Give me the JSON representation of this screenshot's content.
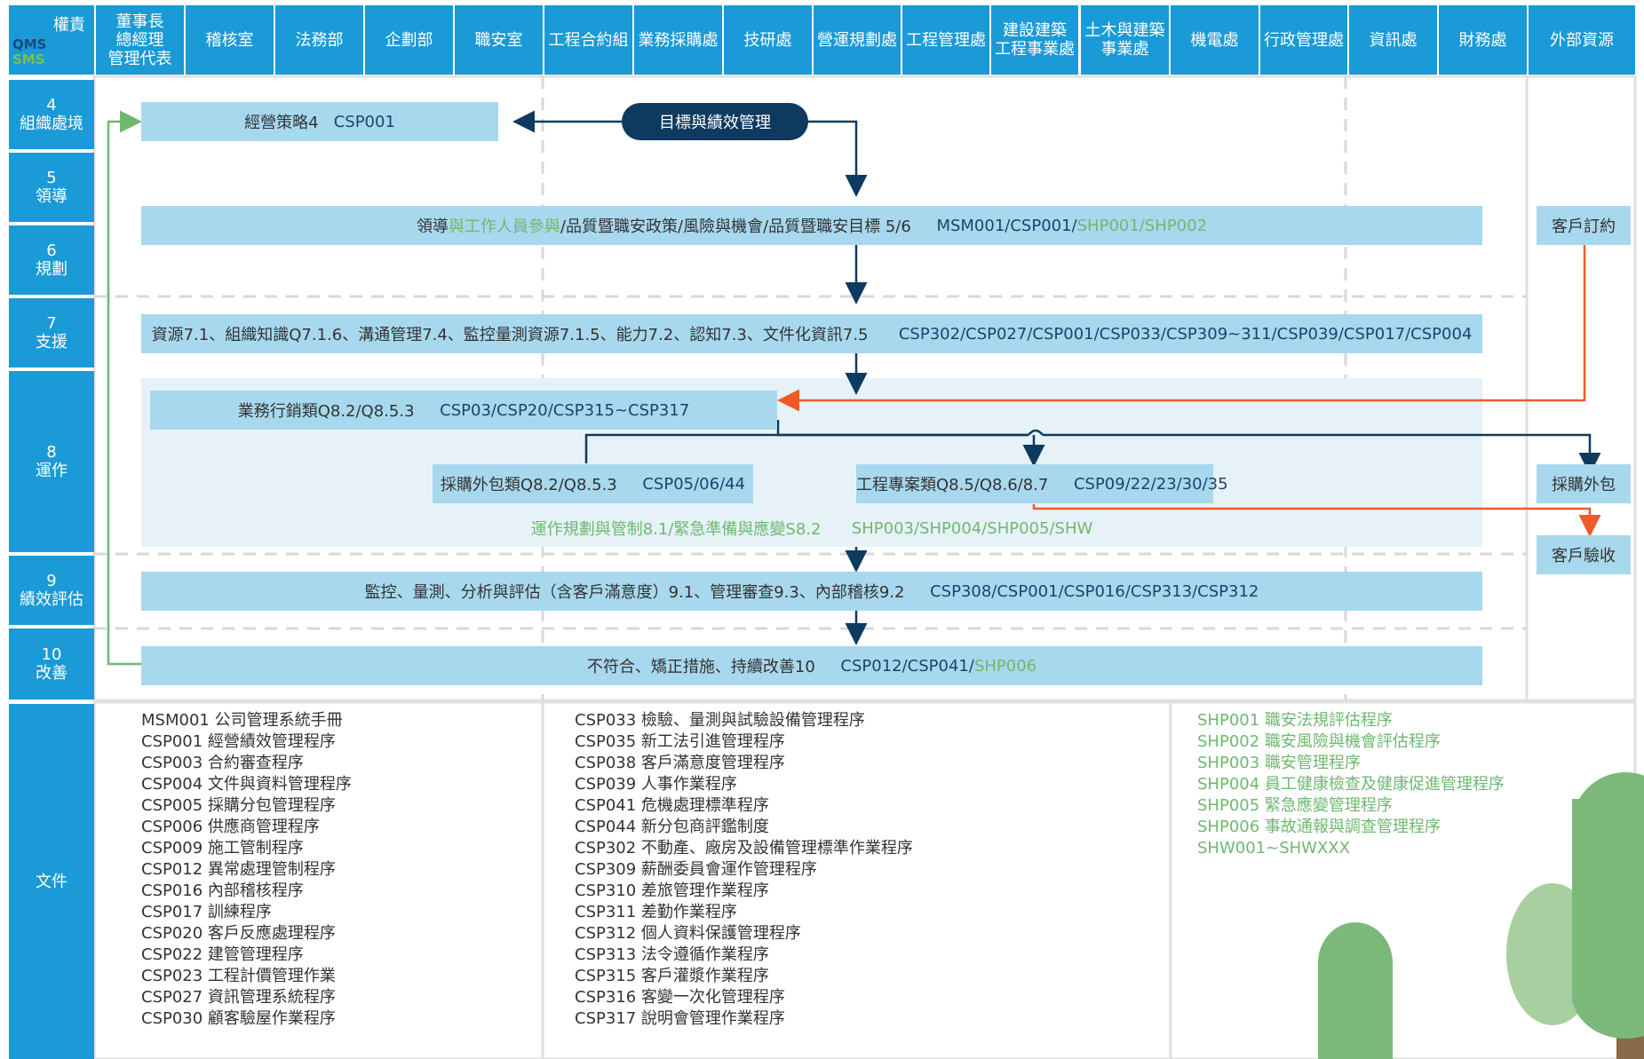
{
  "corner": {
    "qe": "權責",
    "qms": "QMS",
    "sms": "SMS"
  },
  "departments": [
    "董事長\n總經理\n管理代表",
    "稽核室",
    "法務部",
    "企劃部",
    "職安室",
    "工程合約組",
    "業務採購處",
    "技研處",
    "營運規劃處",
    "工程管理處",
    "建設建築\n工程事業處",
    "土木與建築\n事業處",
    "機電處",
    "行政管理處",
    "資訊處",
    "財務處",
    "外部資源"
  ],
  "rows": [
    {
      "num": "4",
      "label": "組織處境"
    },
    {
      "num": "5",
      "label": "領導"
    },
    {
      "num": "6",
      "label": "規劃"
    },
    {
      "num": "7",
      "label": "支援"
    },
    {
      "num": "8",
      "label": "運作"
    },
    {
      "num": "9",
      "label": "績效評估"
    },
    {
      "num": "10",
      "label": "改善"
    },
    {
      "num": "",
      "label": "文件"
    }
  ],
  "flow": {
    "strategy": {
      "name": "經營策略4",
      "code": "CSP001"
    },
    "goal_pill": "目標與績效管理",
    "leadership": {
      "a": "領導",
      "b_green": "與工作人員參與",
      "c": "/品質暨職安政策/風險與機會/品質暨職安目標 5/6",
      "code_navy": "MSM001/CSP001/",
      "code_green": "SHP001/SHP002"
    },
    "support": {
      "text": "資源7.1、組織知識Q7.1.6、溝通管理7.4、監控量測資源7.1.5、能力7.2、認知7.3、文件化資訊7.5",
      "code": "CSP302/CSP027/CSP001/CSP033/CSP309~311/CSP039/CSP017/CSP004"
    },
    "sales": {
      "text": "業務行銷類Q8.2/Q8.5.3",
      "code": "CSP03/CSP20/CSP315~CSP317"
    },
    "purchase": {
      "text": "採購外包類Q8.2/Q8.5.3",
      "code": "CSP05/06/44"
    },
    "project": {
      "text": "工程專案類Q8.5/Q8.6/8.7",
      "code": "CSP09/22/23/30/35"
    },
    "ops_green": {
      "text": "運作規劃與管制8.1/緊急準備與應變S8.2",
      "code": "SHP003/SHP004/SHP005/SHW"
    },
    "perf": {
      "text": "監控、量測、分析與評估（含客戶滿意度）9.1、管理審查9.3、內部稽核9.2",
      "code": "CSP308/CSP001/CSP016/CSP313/CSP312"
    },
    "improve": {
      "text": "不符合、矯正措施、持續改善10",
      "code_navy": "CSP012/CSP041/",
      "code_green": "SHP006"
    }
  },
  "external": {
    "order": "客戶訂約",
    "outsource": "採購外包",
    "acceptance": "客戶驗收"
  },
  "documents": {
    "col1": [
      "MSM001 公司管理系統手冊",
      "CSP001 經營績效管理程序",
      "CSP003 合約審查程序",
      "CSP004 文件與資料管理程序",
      "CSP005 採購分包管理程序",
      "CSP006 供應商管理程序",
      "CSP009 施工管制程序",
      "CSP012 異常處理管制程序",
      "CSP016 內部稽核程序",
      "CSP017 訓練程序",
      "CSP020 客戶反應處理程序",
      "CSP022 建管管理程序",
      "CSP023 工程計價管理作業",
      "CSP027 資訊管理系統程序",
      "CSP030 顧客驗屋作業程序"
    ],
    "col2": [
      "CSP033 檢驗、量測與試驗設備管理程序",
      "CSP035 新工法引進管理程序",
      "CSP038 客戶滿意度管理程序",
      "CSP039 人事作業程序",
      "CSP041 危機處理標準程序",
      "CSP044 新分包商評鑑制度",
      "CSP302 不動產、廠房及設備管理標準作業程序",
      "CSP309 薪酬委員會運作管理程序",
      "CSP310 差旅管理作業程序",
      "CSP311 差勤作業程序",
      "CSP312 個人資料保護管理程序",
      "CSP313 法令遵循作業程序",
      "CSP315 客戶灌漿作業程序",
      "CSP316 客變一次化管理程序",
      "CSP317 說明會管理作業程序"
    ],
    "col3": [
      "SHP001 職安法規評估程序",
      "SHP002 職安風險與機會評估程序",
      "SHP003 職安管理程序",
      "SHP004 員工健康檢查及健康促進管理程序",
      "SHP005 緊急應變管理程序",
      "SHP006 事故通報與調查管理程序",
      "SHW001~SHWXXX"
    ]
  },
  "colors": {
    "header": "#1a9ad6",
    "box": "#a8d8ee",
    "navy": "#0e3a5f",
    "green": "#6fb86f",
    "orange": "#f05a28"
  }
}
